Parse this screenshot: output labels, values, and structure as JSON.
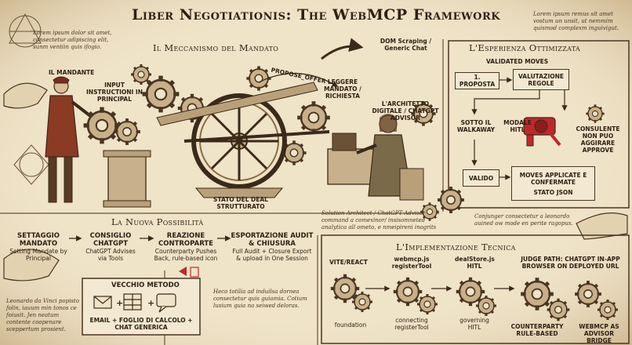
{
  "title": "Liber Negotiationis: The WebMCP Framework",
  "notes": {
    "top_left": "Lorem ipsum dolor sit amet, consectetur adipiscing elit, sunm ventiin quis ifogio.",
    "top_right": "Lorem ipsum remus sit amet vostum un unsit, ut nemmim quismod complexm inguivigut.",
    "advisor": "Solution Architect / ChatGPT Advisor command a comexinor/ insisomneted analytica all ometo, e nmeipireni inogrits",
    "leonardo": "Conjunger consectetur a leonardo auined ow mode en perite ragopus.",
    "bottom_left": "Leonardo da Vinci popisto folin, iauum min tonos ce foiusit. Jen neatum contente coopenare sceppertum prosient.",
    "bottom_mid": "Heco totilia ad induilsa dornea consectetur quis guiamia. Cotium lusium quia na seiwed deloras."
  },
  "mandato": {
    "heading": "Il Meccanismo del Mandato",
    "mandante": "Il Mandante",
    "input": "Input Instructioni in Principal",
    "propose": "Propose_offer",
    "stato": "Stato del Deal Strutturato",
    "dom": "DOM Scraping / Generic Chat",
    "leggere": "Leggere Mandato / Richiesta",
    "architetto": "L'Architetto Digitale / ChatGPT Advisor"
  },
  "esperienza": {
    "heading": "L'Esperienza Ottimizzata",
    "validated": "Validated Moves",
    "proposta": "1. Proposta",
    "valutazione": "Valutazione Regole",
    "sotto": "Sotto il Walkaway",
    "modale": "Modale HITL",
    "consulente": "Consulente non puo aggirare approve",
    "valido": "Valido",
    "moves": "Moves applicate e confermate",
    "stato_json": "Stato JSON"
  },
  "possibilita": {
    "heading": "La Nuova Possibilità",
    "steps": [
      {
        "title": "Settaggio Mandato",
        "sub": "Setting Mandate by Principal"
      },
      {
        "title": "Consiglio ChatGPT",
        "sub": "ChatGPT Advises via Tools"
      },
      {
        "title": "Reazione Controparte",
        "sub": "Counterparty Pushes Back, rule-based icon"
      },
      {
        "title": "Esportazione Audit & Chiusura",
        "sub": "Full Audit + Closure Export & upload in One Session"
      }
    ]
  },
  "vecchio": {
    "heading": "Vecchio Metodo",
    "caption": "Email + Foglio di Calcolo + Chat Generica"
  },
  "implementazione": {
    "heading": "L'Implementazione Tecnica",
    "vite": "Vite/React",
    "foundation": "foundation",
    "webmcp": "webmcp.js registerTool",
    "connecting": "connecting registerTool",
    "dealstore": "dealStore.js HITL",
    "governing": "governing HITL",
    "judge": "Judge Path: ChatGPT in-app browser on deployed URL",
    "counterparty": "Counterparty rule-based",
    "bridge": "WebMCP as Advisor Bridge"
  },
  "colors": {
    "parchment": "#efe3c8",
    "ink": "#3b2a1a",
    "accent_red": "#c0282b"
  }
}
